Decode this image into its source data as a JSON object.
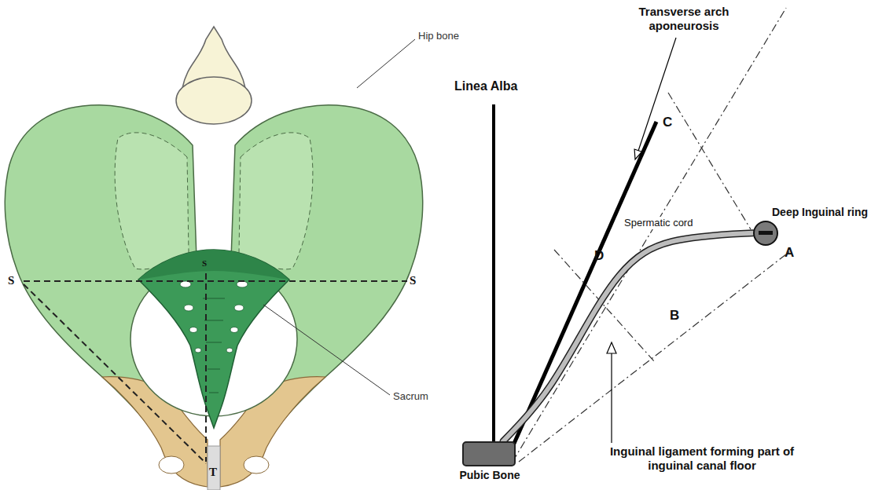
{
  "diagram": {
    "nodes": [
      {
        "text": [
          "Pubic Bone"
        ]
      },
      {
        "text": [
          "Deep Inguinal ring"
        ]
      }
    ],
    "edges": [
      {
        "from": 1,
        "to": 0,
        "arrow": "none",
        "label": "Spermatic cord"
      }
    ],
    "labels": [
      "Hip bone",
      "Sacrum",
      "S",
      "S",
      "S",
      "T",
      "Linea Alba",
      "Transverse arch aponeurosis",
      "C",
      "D",
      "A",
      "B",
      "Inguinal ligament forming part of inguinal canal floor"
    ]
  }
}
